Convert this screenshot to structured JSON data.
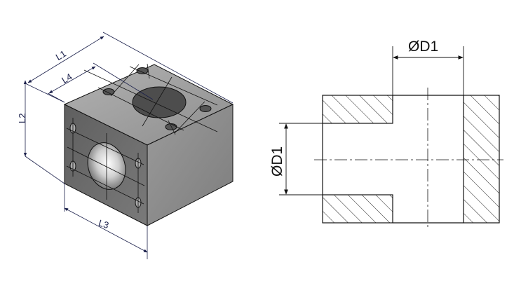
{
  "isometric_view": {
    "labels": {
      "l1": "L1",
      "l2": "L2",
      "l3": "L3",
      "l4": "L4"
    }
  },
  "section_view": {
    "labels": {
      "diameter_top": "ØD1",
      "diameter_left": "ØD1"
    }
  },
  "colors": {
    "line": "#1a1f4a",
    "outline": "#111111",
    "top_face": "#9a9a9a",
    "front_face": "#6e6e6e",
    "right_face": "#8c8c8c",
    "bore": "#4a4a4a",
    "hatch": "#222222"
  }
}
